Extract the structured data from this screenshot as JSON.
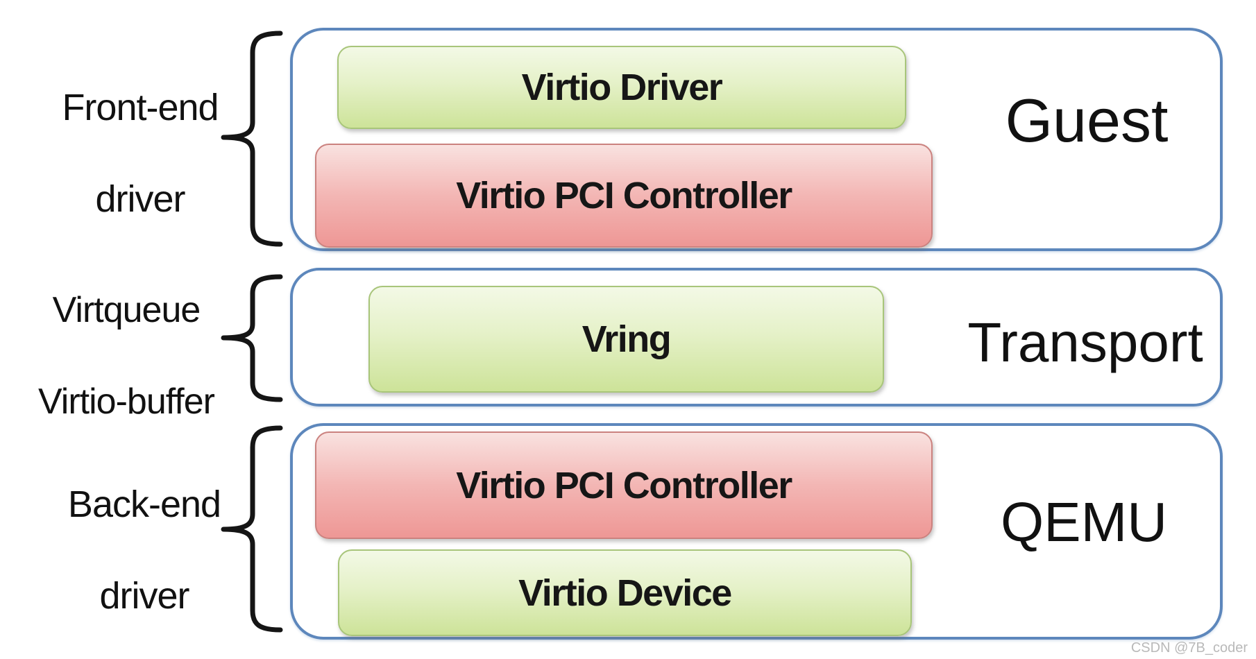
{
  "watermark": "CSDN @7B_coder",
  "colors": {
    "outer_border_blue": "#5d87bc",
    "component_green_top": "#f3f9e6",
    "component_green_bottom": "#cde399",
    "component_red_top": "#f9e2e0",
    "component_red_bottom": "#ee9795",
    "brace_black": "#151515",
    "watermark_gray": "#b9b9b9"
  },
  "groups": [
    {
      "brace_label": {
        "line1": "Front-end",
        "line2": "driver"
      },
      "container_label": "Guest",
      "components": [
        {
          "text": "Virtio Driver",
          "color": "green"
        },
        {
          "text": "Virtio PCI Controller",
          "color": "red"
        }
      ]
    },
    {
      "brace_label": {
        "line1": "Virtqueue",
        "line2": "Virtio-buffer"
      },
      "container_label": "Transport",
      "components": [
        {
          "text": "Vring",
          "color": "green"
        }
      ]
    },
    {
      "brace_label": {
        "line1": "Back-end",
        "line2": "driver"
      },
      "container_label": "QEMU",
      "components": [
        {
          "text": "Virtio PCI Controller",
          "color": "red"
        },
        {
          "text": "Virtio Device",
          "color": "green"
        }
      ]
    }
  ]
}
